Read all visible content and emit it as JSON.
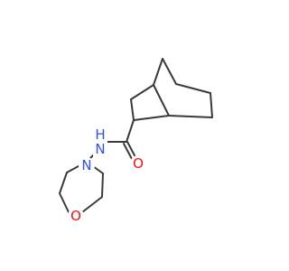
{
  "molecule": {
    "atom_labels": {
      "oxygen_carbonyl": "O",
      "nitrogen_amide": "N",
      "hydrogen_amide": "H",
      "nitrogen_ring": "N",
      "oxygen_ring": "O"
    },
    "colors": {
      "bond": "#3a3a3a",
      "oxygen": "#ff0d0d",
      "nitrogen": "#3050f8",
      "background": "#ffffff"
    }
  }
}
